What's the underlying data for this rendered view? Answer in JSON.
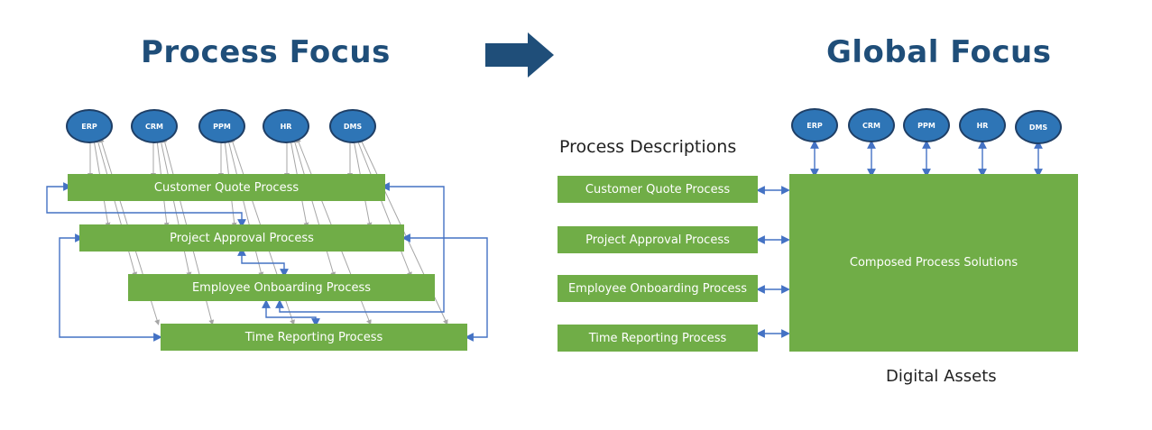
{
  "left": {
    "title": "Process Focus",
    "systems": [
      "ERP",
      "CRM",
      "PPM",
      "HR",
      "DMS"
    ],
    "processes": [
      "Customer Quote Process",
      "Project Approval Process",
      "Employee Onboarding Process",
      "Time Reporting Process"
    ]
  },
  "right": {
    "title": "Global Focus",
    "systems": [
      "ERP",
      "CRM",
      "PPM",
      "HR",
      "DMS"
    ],
    "process_descriptions_label": "Process Descriptions",
    "processes": [
      "Customer Quote Process",
      "Project Approval Process",
      "Employee Onboarding Process",
      "Time Reporting Process"
    ],
    "composed_label": "Composed Process Solutions",
    "digital_assets_label": "Digital Assets"
  },
  "colors": {
    "box_green": "#70ad47",
    "node_blue": "#2e75b6",
    "title_navy": "#1f4e79",
    "arrow_blue": "#4472c4",
    "arrow_gray": "#a6a6a6"
  }
}
